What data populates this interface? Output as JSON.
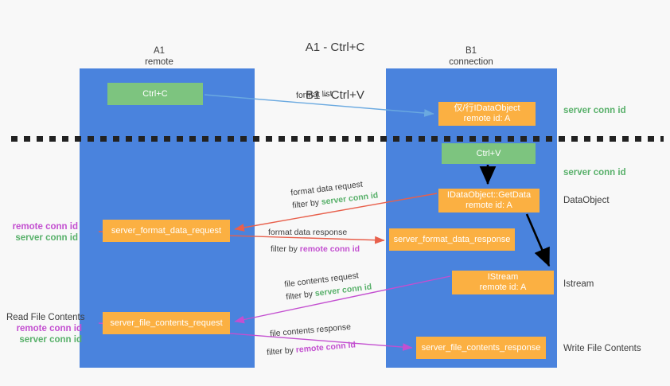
{
  "title": {
    "line1": "A1 - Ctrl+C",
    "line2": "B1 - Ctrl+V"
  },
  "lanes": [
    {
      "id": "a1",
      "name": "A1",
      "subtitle": "remote",
      "color": "#4a83dd"
    },
    {
      "id": "b1",
      "name": "B1",
      "subtitle": "connection",
      "color": "#4a83dd"
    }
  ],
  "colors": {
    "lane_blue": "#4a83dd",
    "box_green": "#7dc47f",
    "box_orange": "#fbb042",
    "server_conn_green": "#58b06a",
    "remote_conn_purple": "#c34fd0",
    "arrow_blue": "#6aa9e0",
    "arrow_red": "#e8604c",
    "arrow_purple": "#c34fd0",
    "arrow_black": "#000000",
    "page_bg": "#f8f8f8",
    "text": "#3c3c3c"
  },
  "boxes": {
    "ctrl_c": {
      "line1": "Ctrl+C",
      "line2": "",
      "style": "green"
    },
    "ctrl_v": {
      "line1": "Ctrl+V",
      "line2": "",
      "style": "green"
    },
    "get_clipboard": {
      "line1": "仅/行IDataObject",
      "line2": "remote id: A",
      "style": "orange"
    },
    "get_data": {
      "line1": "IDataObject::GetData",
      "line2": "remote id: A",
      "style": "orange"
    },
    "istream": {
      "line1": "IStream",
      "line2": "remote id: A",
      "style": "orange"
    },
    "format_data_request": {
      "line1": "server_format_data_request",
      "line2": "",
      "style": "orange"
    },
    "format_data_response": {
      "line1": "server_format_data_response",
      "line2": "",
      "style": "orange"
    },
    "file_contents_request": {
      "line1": "server_file_contents_request",
      "line2": "",
      "style": "orange"
    },
    "file_contents_response": {
      "line1": "server_file_contents_response",
      "line2": "",
      "style": "orange"
    }
  },
  "edge_labels": {
    "format_list": "format list",
    "format_data_request": "format data request",
    "format_data_response": "format data response",
    "file_contents_request": "file contents request",
    "file_contents_response": "file contents response",
    "filter_by": "filter by",
    "server_conn_id": "server conn id",
    "remote_conn_id": "remote conn id"
  },
  "right_notes": {
    "server_conn_1": "server conn id",
    "server_conn_2": "server conn id",
    "dataobject": "DataObject",
    "istream": "Istream",
    "write_file_contents": "Write File Contents"
  },
  "left_notes": {
    "remote_conn_id": "remote conn id",
    "server_conn_id": "server conn id",
    "read_file_contents": "Read File Contents"
  }
}
